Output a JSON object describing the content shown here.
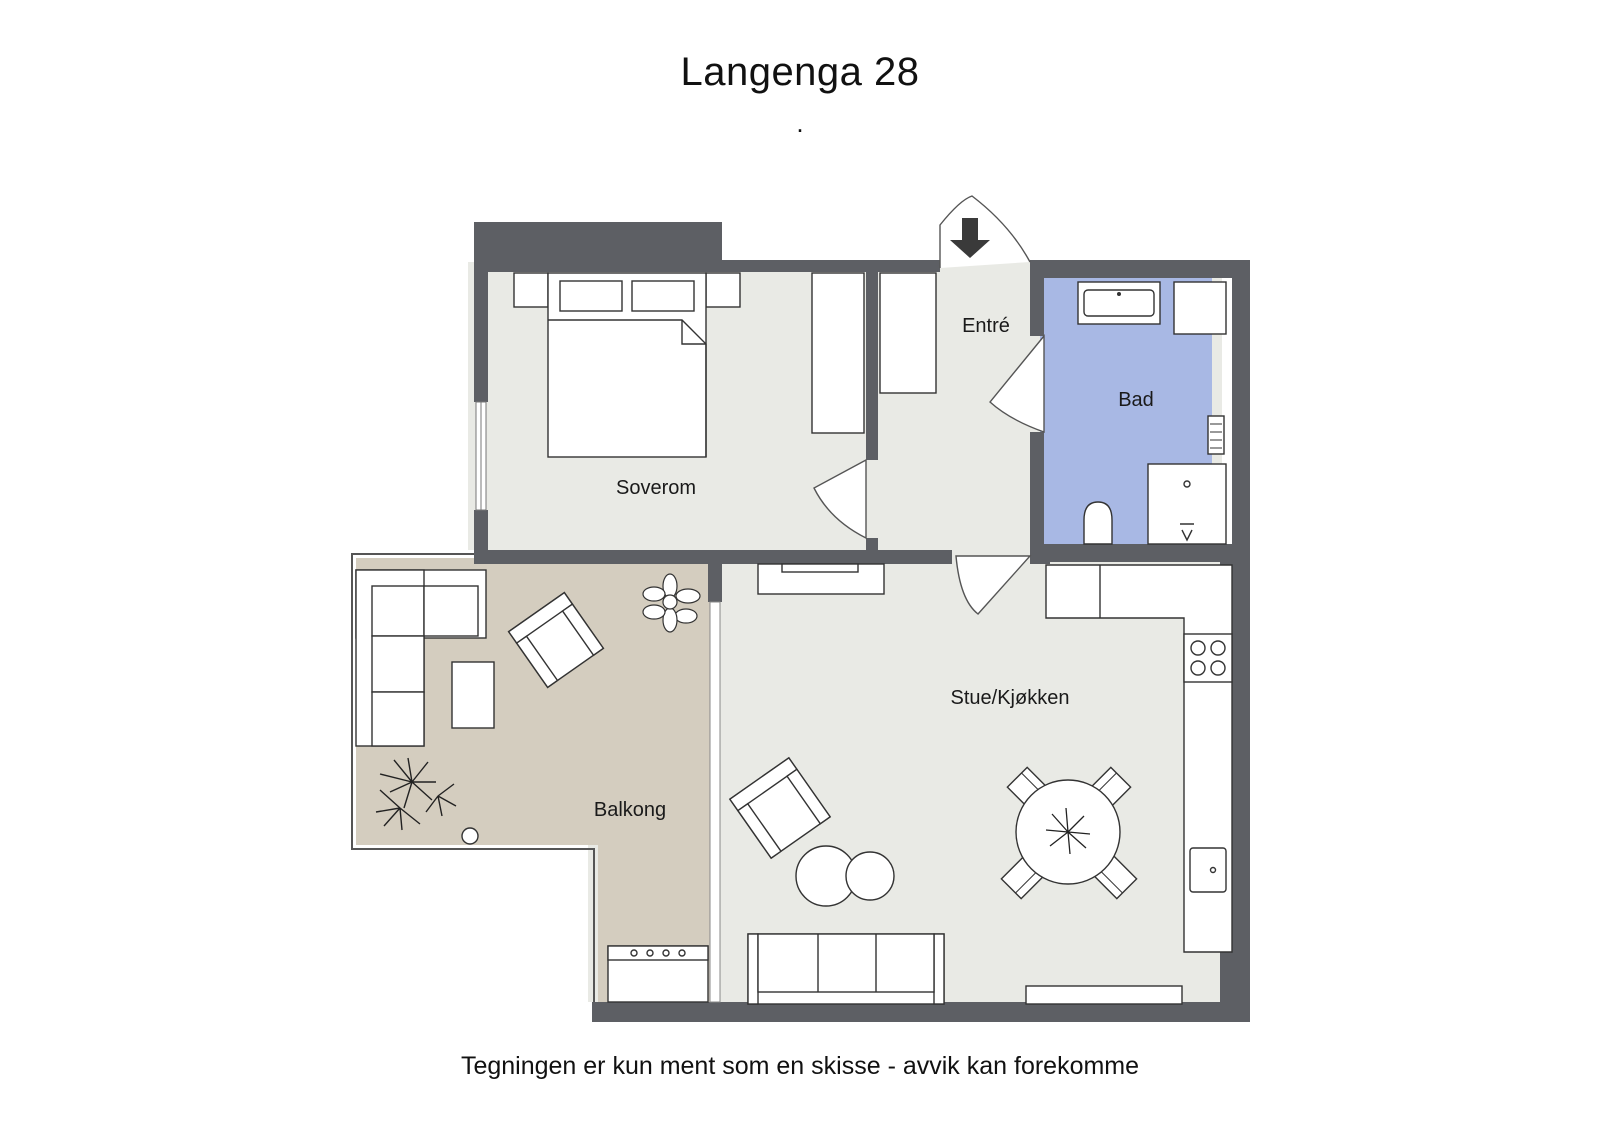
{
  "header": {
    "title": "Langenga  28",
    "subtitle": "."
  },
  "rooms": {
    "soverom": "Soverom",
    "entre": "Entré",
    "bad": "Bad",
    "stue": "Stue/Kjøkken",
    "balkong": "Balkong"
  },
  "footer": {
    "disclaimer": "Tegningen er kun ment som en skisse - avvik kan forekomme"
  },
  "colors": {
    "wall": "#5d5f64",
    "floor": "#e9eae5",
    "bath": "#a8b8e4",
    "balcony": "#d4cdbf"
  },
  "icons": {
    "entrance": "entrance-arrow-icon"
  }
}
